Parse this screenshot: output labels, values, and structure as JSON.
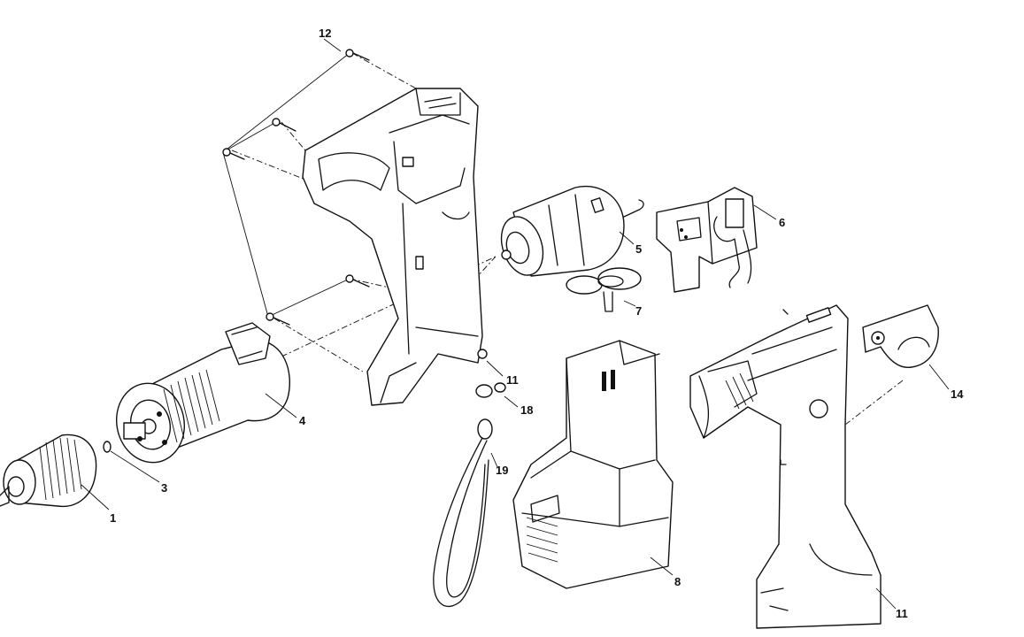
{
  "parts": [
    {
      "id": "chuck",
      "label": "1"
    },
    {
      "id": "washer",
      "label": "3"
    },
    {
      "id": "gearbox",
      "label": "4"
    },
    {
      "id": "motor",
      "label": "5"
    },
    {
      "id": "switch",
      "label": "6"
    },
    {
      "id": "motor-clip",
      "label": "7"
    },
    {
      "id": "battery",
      "label": "8"
    },
    {
      "id": "housing-screw",
      "label": "11"
    },
    {
      "id": "housing-right",
      "label": "11"
    },
    {
      "id": "screws",
      "label": "12"
    },
    {
      "id": "end-cap",
      "label": "14"
    },
    {
      "id": "strap-pin",
      "label": "18"
    },
    {
      "id": "wrist-strap",
      "label": "19"
    }
  ],
  "colors": {
    "line": "#111111",
    "background": "#ffffff"
  }
}
